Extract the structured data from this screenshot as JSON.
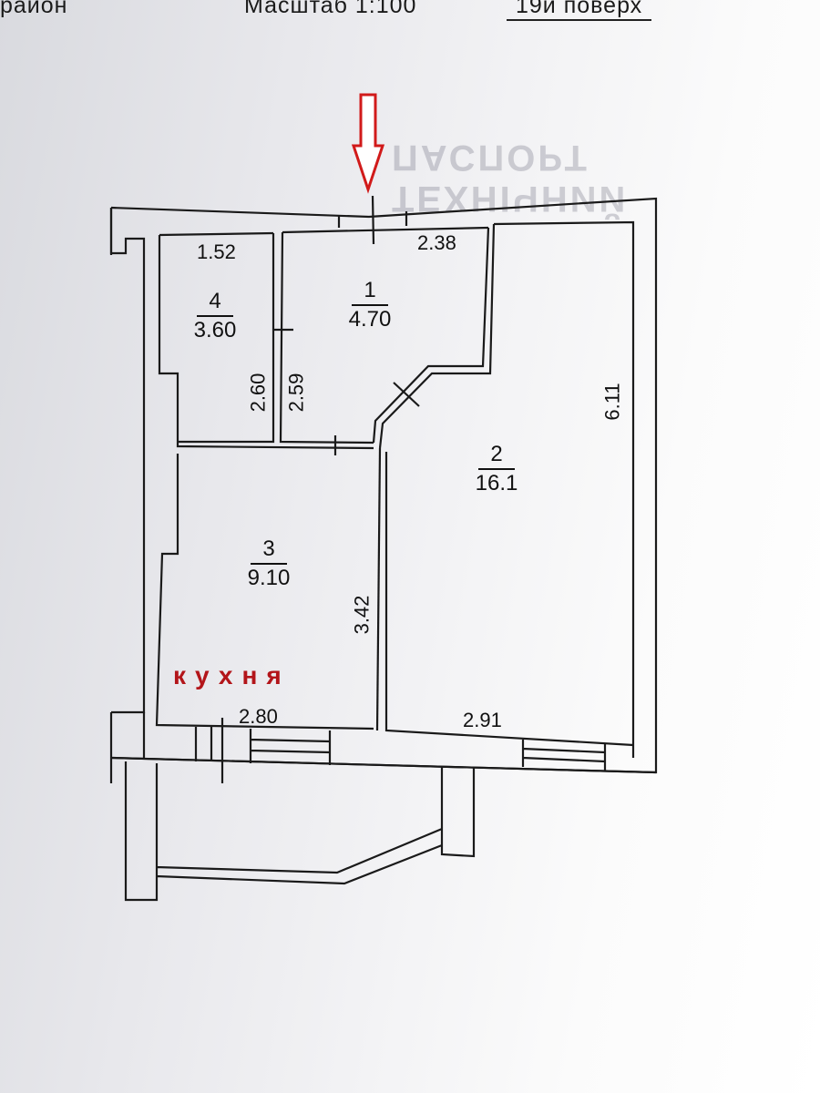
{
  "header": {
    "left_text": "район",
    "scale_label": "Масштаб  1:100",
    "floor_label": "19й  поверх"
  },
  "rooms": [
    {
      "id": "room-1",
      "number": "1",
      "area": "4.70"
    },
    {
      "id": "room-2",
      "number": "2",
      "area": "16.1"
    },
    {
      "id": "room-3",
      "number": "3",
      "area": "9.10"
    },
    {
      "id": "room-4",
      "number": "4",
      "area": "3.60"
    }
  ],
  "dimensions": {
    "room4_width": "1.52",
    "room4_height": "2.60",
    "room1_height": "2.59",
    "room1_width": "2.38",
    "room2_height": "6.11",
    "room3_height": "3.42",
    "room3_width": "2.80",
    "room2_width": "2.91"
  },
  "kitchen_label": "кухня",
  "colors": {
    "walls": "#1a1a1a",
    "arrow": "#d11a1a",
    "kitchen_text": "#b3151a"
  },
  "icons": {
    "entrance": "entrance-arrow-icon"
  }
}
